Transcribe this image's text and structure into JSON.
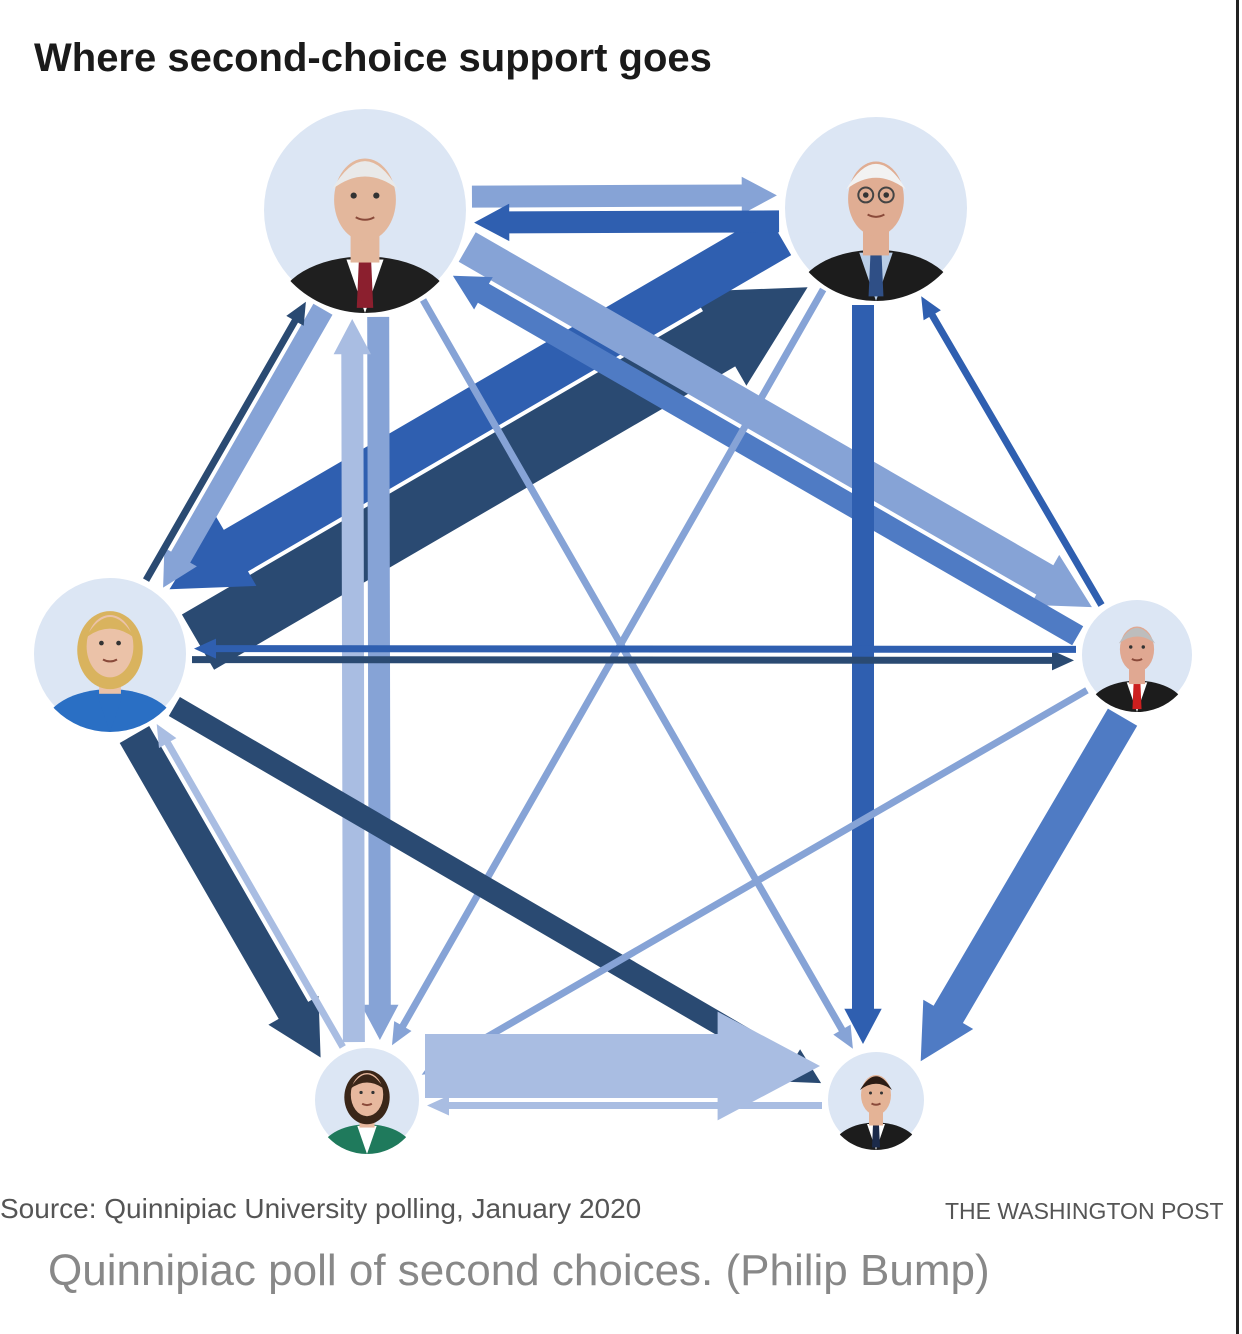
{
  "title": "Where second-choice support goes",
  "source": "Source: Quinnipiac University polling, January 2020",
  "credit": "THE WASHINGTON POST",
  "caption": "Quinnipiac poll of second choices. (Philip Bump)",
  "colors": {
    "darkest": "#2a4a72",
    "dark": "#2f5fb0",
    "medium": "#4f7bc4",
    "light": "#86a3d6",
    "lightest": "#a9bde2",
    "portrait_bg": "#dce6f4"
  },
  "candidates": [
    {
      "id": "biden",
      "icon": "portrait-gray-hair-man"
    },
    {
      "id": "sanders",
      "icon": "portrait-white-hair-glasses-man"
    },
    {
      "id": "warren",
      "icon": "portrait-blonde-woman"
    },
    {
      "id": "bloomberg",
      "icon": "portrait-bald-man-red-tie"
    },
    {
      "id": "klobuchar",
      "icon": "portrait-dark-hair-woman"
    },
    {
      "id": "buttigieg",
      "icon": "portrait-dark-hair-young-man"
    }
  ],
  "flows": [
    {
      "from": "warren",
      "to": "sanders",
      "strength": 5,
      "color": "darkest"
    },
    {
      "from": "sanders",
      "to": "warren",
      "strength": 4,
      "color": "dark"
    },
    {
      "from": "biden",
      "to": "sanders",
      "strength": 2,
      "color": "light"
    },
    {
      "from": "sanders",
      "to": "biden",
      "strength": 2,
      "color": "dark"
    },
    {
      "from": "biden",
      "to": "bloomberg",
      "strength": 3,
      "color": "light"
    },
    {
      "from": "bloomberg",
      "to": "biden",
      "strength": 2,
      "color": "medium"
    },
    {
      "from": "biden",
      "to": "warren",
      "strength": 2,
      "color": "light"
    },
    {
      "from": "warren",
      "to": "biden",
      "strength": 1,
      "color": "darkest"
    },
    {
      "from": "biden",
      "to": "klobuchar",
      "strength": 2,
      "color": "light"
    },
    {
      "from": "klobuchar",
      "to": "biden",
      "strength": 2,
      "color": "lightest"
    },
    {
      "from": "biden",
      "to": "buttigieg",
      "strength": 1,
      "color": "light"
    },
    {
      "from": "sanders",
      "to": "buttigieg",
      "strength": 2,
      "color": "dark"
    },
    {
      "from": "sanders",
      "to": "klobuchar",
      "strength": 1,
      "color": "light"
    },
    {
      "from": "bloomberg",
      "to": "sanders",
      "strength": 1,
      "color": "dark"
    },
    {
      "from": "warren",
      "to": "bloomberg",
      "strength": 1,
      "color": "darkest"
    },
    {
      "from": "bloomberg",
      "to": "warren",
      "strength": 1,
      "color": "dark"
    },
    {
      "from": "warren",
      "to": "klobuchar",
      "strength": 3,
      "color": "darkest"
    },
    {
      "from": "klobuchar",
      "to": "warren",
      "strength": 1,
      "color": "lightest"
    },
    {
      "from": "warren",
      "to": "buttigieg",
      "strength": 2,
      "color": "darkest"
    },
    {
      "from": "bloomberg",
      "to": "buttigieg",
      "strength": 3,
      "color": "medium"
    },
    {
      "from": "bloomberg",
      "to": "klobuchar",
      "strength": 1,
      "color": "light"
    },
    {
      "from": "buttigieg",
      "to": "klobuchar",
      "strength": 1,
      "color": "lightest"
    },
    {
      "from": "klobuchar",
      "to": "buttigieg",
      "strength": 5,
      "color": "lightest"
    }
  ]
}
